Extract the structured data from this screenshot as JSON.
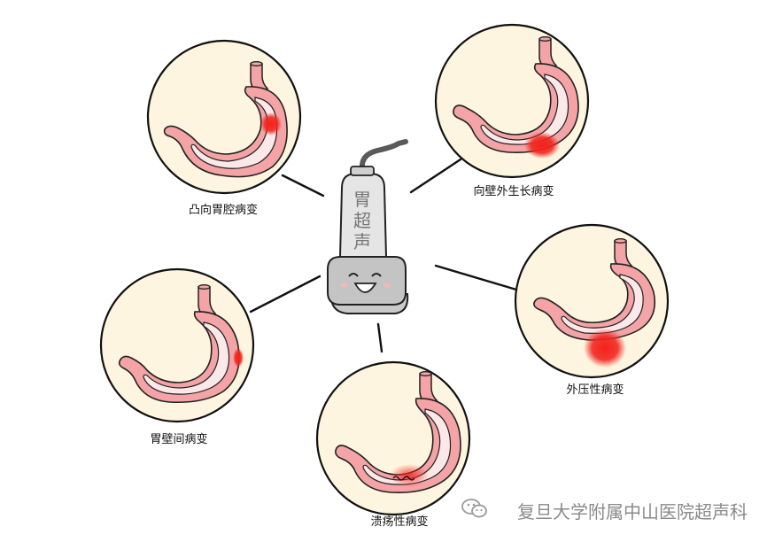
{
  "probe": {
    "chars": [
      "胃",
      "超",
      "声"
    ]
  },
  "lesions": [
    {
      "id": "intraluminal",
      "label": "凸向胃腔病变"
    },
    {
      "id": "exophytic",
      "label": "向壁外生长病变"
    },
    {
      "id": "extrinsic",
      "label": "外压性病变"
    },
    {
      "id": "ulcerative",
      "label": "溃疡性病变"
    },
    {
      "id": "intramural",
      "label": "胃壁间病变"
    }
  ],
  "watermark": {
    "text": "复旦大学附属中山医院超声科"
  },
  "colors": {
    "circle_fill": "#fdf5df",
    "stomach_wall": "#f4a3a6",
    "stomach_lumen": "#fbe8e8",
    "lesion": "#f0261f",
    "probe_body": "#e5e5e5",
    "probe_head": "#c4c4c4"
  }
}
